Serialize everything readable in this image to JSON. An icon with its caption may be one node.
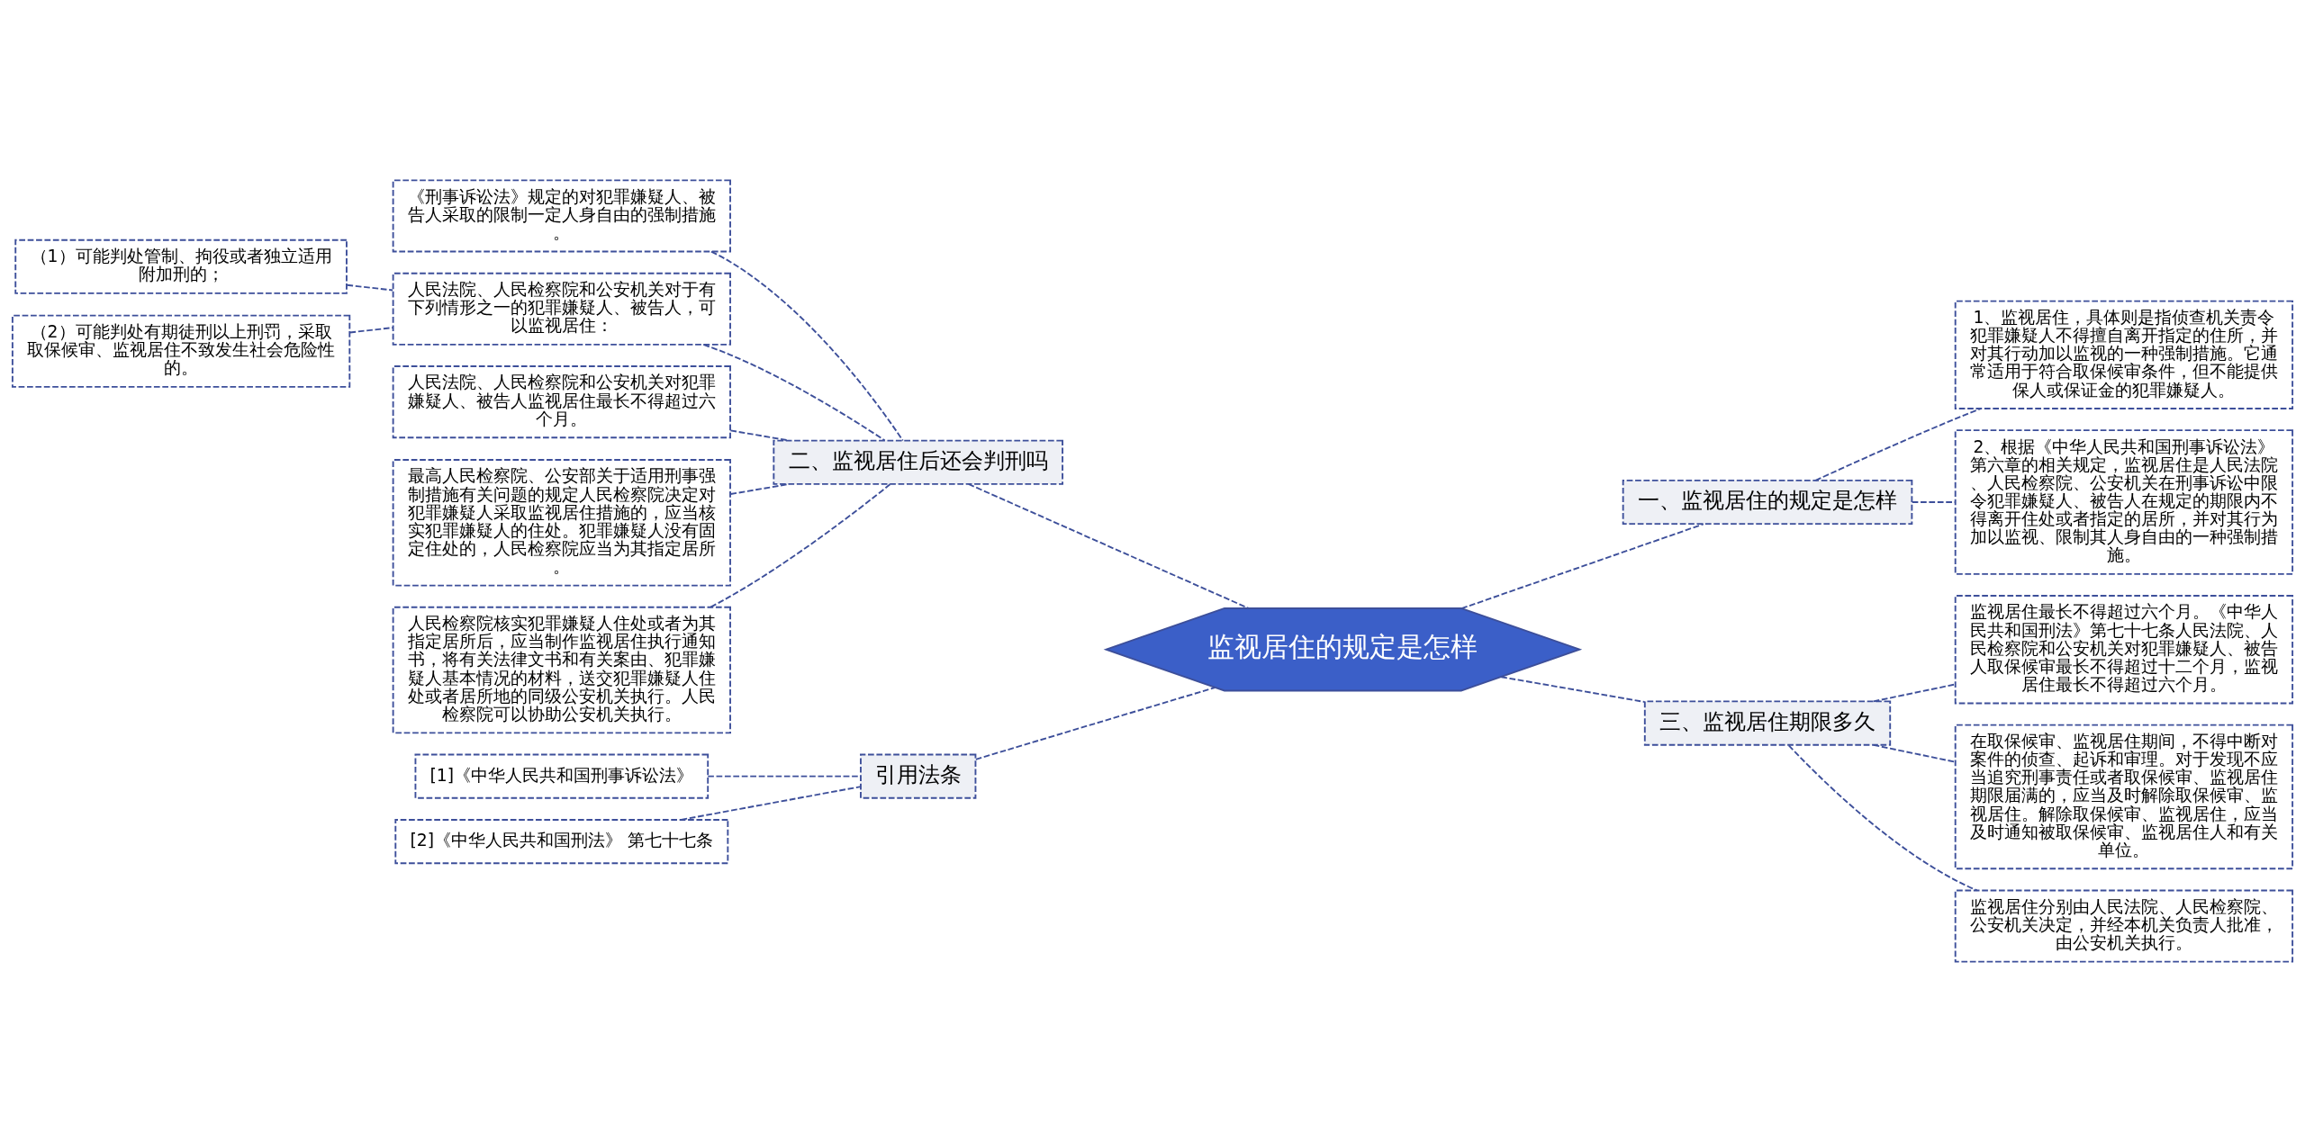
{
  "diagram": {
    "nodes": [
      {
        "text": [
          "监视居住的规定是怎样"
        ]
      },
      {
        "text": [
          "一、监视居住的规定是怎样"
        ]
      },
      {
        "text": [
          "1、监视居住，具体则是指侦查机关责令犯罪嫌疑人不得擅自离开指定的住所，并对其行动加以监视的一种强制措施。它通常适用于符合取保候审条件，但不能提供保人或保证金的犯罪嫌疑人。"
        ]
      },
      {
        "text": [
          "2、根据《中华人民共和国刑事诉讼法》第六章的相关规定，监视居住是人民法院、人民检察院、公安机关在刑事诉讼中限令犯罪嫌疑人、被告人在规定的期限内不得离开住处或者指定的居所，并对其行为加以监视、限制其人身自由的一种强制措施。"
        ]
      },
      {
        "text": [
          "二、监视居住后还会判刑吗"
        ]
      },
      {
        "text": [
          "《刑事诉讼法》规定的对犯罪嫌疑人、被告人采取的限制一定人身自由的强制措施。"
        ]
      },
      {
        "text": [
          "人民法院、人民检察院和公安机关对于有下列情形之一的犯罪嫌疑人、被告人，可以监视居住："
        ]
      },
      {
        "text": [
          "（1）可能判处管制、拘役或者独立适用附加刑的；"
        ]
      },
      {
        "text": [
          "（2）可能判处有期徒刑以上刑罚，采取取保候审、监视居住不致发生社会危险性的。"
        ]
      },
      {
        "text": [
          "人民法院、人民检察院和公安机关对犯罪嫌疑人、被告人监视居住最长不得超过六个月。"
        ]
      },
      {
        "text": [
          "最高人民检察院、公安部关于适用刑事强制措施有关问题的规定人民检察院决定对犯罪嫌疑人采取监视居住措施的，应当核实犯罪嫌疑人的住处。犯罪嫌疑人没有固定住处的，人民检察院应当为其指定居所。"
        ]
      },
      {
        "text": [
          "人民检察院核实犯罪嫌疑人住处或者为其指定居所后，应当制作监视居住执行通知书，将有关法律文书和有关案由、犯罪嫌疑人基本情况的材料，送交犯罪嫌疑人住处或者居所地的同级公安机关执行。人民检察院可以协助公安机关执行。"
        ]
      },
      {
        "text": [
          "三、监视居住期限多久"
        ]
      },
      {
        "text": [
          "监视居住最长不得超过六个月。《中华人民共和国刑法》第七十七条人民法院、人民检察院和公安机关对犯罪嫌疑人、被告人取保候审最长不得超过十二个月，监视居住最长不得超过六个月。"
        ]
      },
      {
        "text": [
          "在取保候审、监视居住期间，不得中断对案件的侦查、起诉和审理。对于发现不应当追究刑事责任或者取保候审、监视居住期限届满的，应当及时解除取保候审、监视居住。解除取保候审、监视居住，应当及时通知被取保候审、监视居住人和有关单位。"
        ]
      },
      {
        "text": [
          "监视居住分别由人民法院、人民检察院、公安机关决定，并经本机关负责人批准，由公安机关执行。"
        ]
      },
      {
        "text": [
          "引用法条"
        ]
      },
      {
        "text": [
          "[1]《中华人民共和国刑事诉讼法》"
        ]
      },
      {
        "text": [
          "[2]《中华人民共和国刑法》 第七十七条"
        ]
      }
    ],
    "edges": [
      {
        "from": 0,
        "to": 1,
        "arrow": "none",
        "style": "dashed"
      },
      {
        "from": 1,
        "to": 2,
        "arrow": "none",
        "style": "dashed"
      },
      {
        "from": 1,
        "to": 3,
        "arrow": "none",
        "style": "dashed"
      },
      {
        "from": 0,
        "to": 4,
        "arrow": "none",
        "style": "dashed"
      },
      {
        "from": 4,
        "to": 5,
        "arrow": "none",
        "style": "dashed"
      },
      {
        "from": 4,
        "to": 6,
        "arrow": "none",
        "style": "dashed"
      },
      {
        "from": 6,
        "to": 7,
        "arrow": "none",
        "style": "dashed"
      },
      {
        "from": 6,
        "to": 8,
        "arrow": "none",
        "style": "dashed"
      },
      {
        "from": 4,
        "to": 9,
        "arrow": "none",
        "style": "dashed"
      },
      {
        "from": 4,
        "to": 10,
        "arrow": "none",
        "style": "dashed"
      },
      {
        "from": 4,
        "to": 11,
        "arrow": "none",
        "style": "dashed"
      },
      {
        "from": 0,
        "to": 12,
        "arrow": "none",
        "style": "dashed"
      },
      {
        "from": 12,
        "to": 13,
        "arrow": "none",
        "style": "dashed"
      },
      {
        "from": 12,
        "to": 14,
        "arrow": "none",
        "style": "dashed"
      },
      {
        "from": 12,
        "to": 15,
        "arrow": "none",
        "style": "dashed"
      },
      {
        "from": 0,
        "to": 16,
        "arrow": "none",
        "style": "dashed"
      },
      {
        "from": 16,
        "to": 17,
        "arrow": "none",
        "style": "dashed"
      },
      {
        "from": 16,
        "to": 18,
        "arrow": "none",
        "style": "dashed"
      }
    ]
  }
}
